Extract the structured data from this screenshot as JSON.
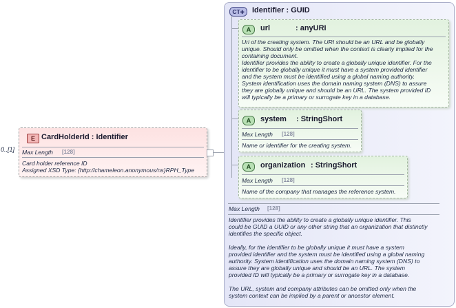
{
  "element": {
    "occurrence": "0..[1]",
    "badge": "E",
    "title": "CardHolderId : Identifier",
    "facet_label": "Max Length",
    "facet_value": "[128]",
    "doc_line1": "Card holder reference ID",
    "doc_line2": "Assigned XSD Type: {http://chameleon.anonymous/ns}RPH_Type"
  },
  "complex_type": {
    "badge": "CT",
    "title": "Identifier : GUID",
    "facet_label": "Max Length",
    "facet_value": "[128]",
    "doc": [
      "Identifier provides the ability to create a globally unique identifier.   This",
      "could be GUID a UUID or any other string that an organization that distinctly",
      "identifies the specific object.",
      "",
      "Ideally, for the identifier to be globally unique it must have a system",
      "provided identifier and the system must be identified using a global naming",
      "authority. System identification uses the domain naming system (DNS) to",
      "assure they are globally unique and should be an URL. The system",
      "provided ID will typically be a primary or surrogate key in a database.",
      "",
      "The URL, system and company attributes can be omitted only when the",
      "system context can be implied by a parent or ancestor element."
    ]
  },
  "attributes": [
    {
      "badge": "A",
      "name": "url",
      "type": ": anyURI",
      "doc": [
        "Uri of the creating system. The URI should be an URL and be globally",
        "unique.  Should only be omitted when the context is clearly implied for the",
        "containing document.",
        "Identifier provides the ability to create a globally unique identifier. For the",
        "identifier to be globally unique it must have a system provided identifier",
        "and the system must be identified using a global naming authority.",
        "System identification uses the domain naming system (DNS) to assure",
        "they are globally unique and should be an URL. The system provided ID",
        "will typically be a primary or surrogate key in a database."
      ]
    },
    {
      "badge": "A",
      "name": "system",
      "type": ": StringShort",
      "facet_label": "Max Length",
      "facet_value": "[128]",
      "doc": [
        "Name or identifier for the creating system."
      ]
    },
    {
      "badge": "A",
      "name": "organization",
      "type": ": StringShort",
      "facet_label": "Max Length",
      "facet_value": "[128]",
      "doc": [
        "Name of the company that manages the reference system."
      ]
    }
  ],
  "colors": {
    "element_fill": "#fde2e2",
    "attribute_fill": "#e2f2df",
    "complex_type_fill": "#e4e6f7"
  }
}
